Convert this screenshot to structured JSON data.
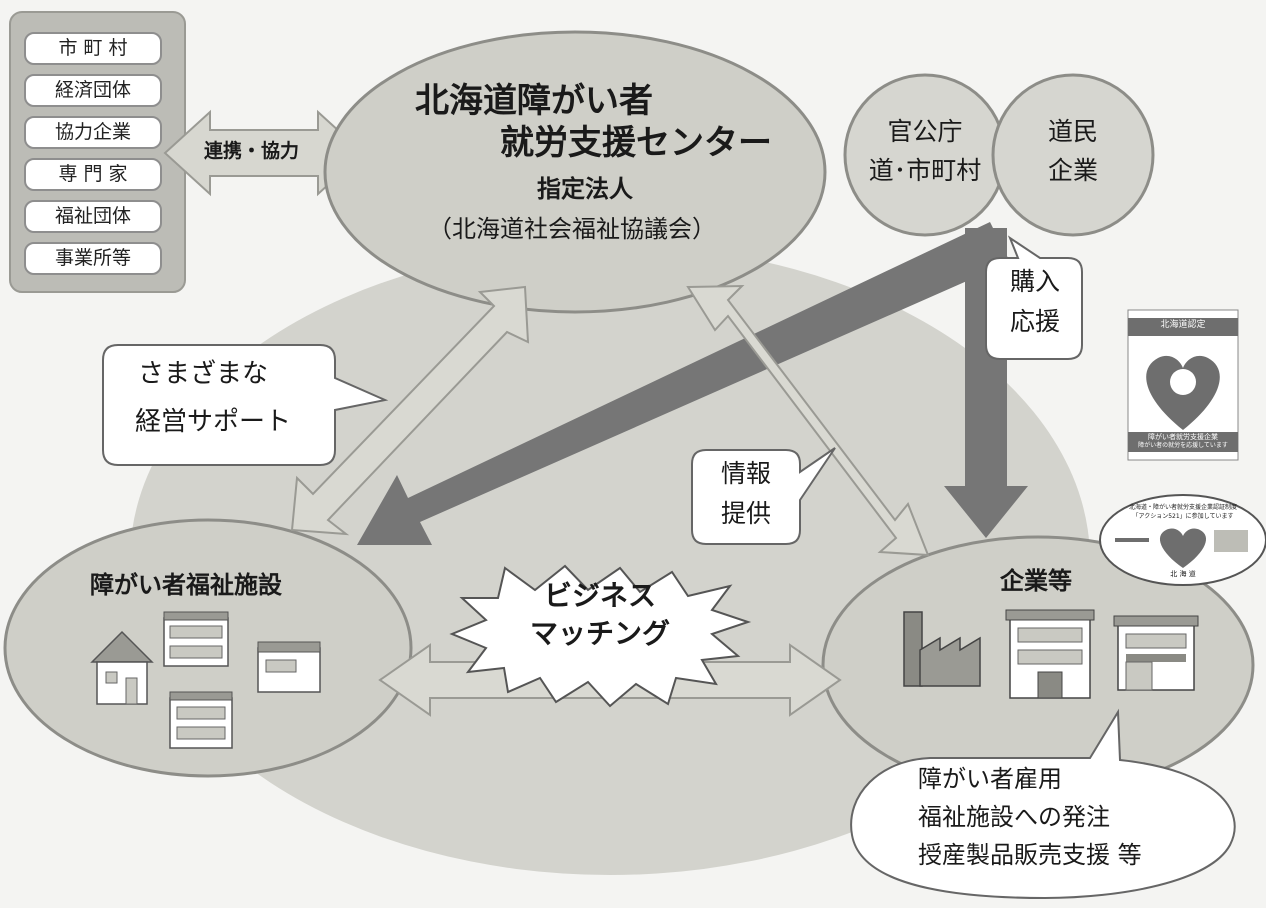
{
  "partners": [
    "市 町 村",
    "経済団体",
    "協力企業",
    "専 門 家",
    "福祉団体",
    "事業所等"
  ],
  "cooperation_label": "連携・協力",
  "center": {
    "line1": "北海道障がい者",
    "line2": "就労支援センター",
    "designation": "指定法人",
    "corporation": "（北海道社会福祉協議会）"
  },
  "government": {
    "line1": "官公庁",
    "line2": "道･市町村"
  },
  "citizens": {
    "line1": "道民",
    "line2": "企業"
  },
  "purchase_support": {
    "line1": "購入",
    "line2": "応援"
  },
  "management_support": {
    "line1": "さまざまな",
    "line2": "経営サポート"
  },
  "information": {
    "line1": "情報",
    "line2": "提供"
  },
  "welfare_facility_title": "障がい者福祉施設",
  "business_matching": {
    "line1": "ビジネス",
    "line2": "マッチング"
  },
  "companies_title": "企業等",
  "company_activities": [
    "障がい者雇用",
    "福祉施設への発注",
    "授産製品販売支援 等"
  ],
  "badge_top": {
    "header": "北海道認定",
    "caption1": "障がい者就労支援企業",
    "caption2": "障がい者の就労を応援しています"
  },
  "badge_bottom": {
    "line1": "北海道・障がい者就労支援企業認証制度",
    "line2": "「アクション521」に参加しています",
    "footer": "北 海 道"
  },
  "colors": {
    "ground": "#d3d3cd",
    "ellipse": "#cfcfc8",
    "arrow_light": "#d9d9d2",
    "arrow_dark": "#767676",
    "bubble": "#ffffff"
  }
}
